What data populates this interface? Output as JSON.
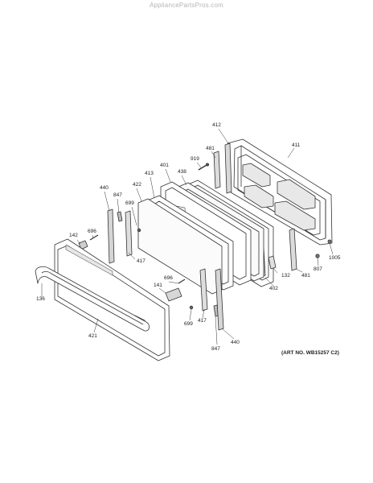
{
  "watermark": "AppliancePartsPros.com",
  "art_number": "(ART NO. WB15257 C2)",
  "labels": {
    "l412": "412",
    "l411": "411",
    "l481a": "481",
    "l919": "919",
    "l401": "401",
    "l438": "438",
    "l413": "413",
    "l422": "422",
    "l440a": "440",
    "l847a": "847",
    "l699a": "699",
    "l142": "142",
    "l696a": "696",
    "l417a": "417",
    "l136": "136",
    "l421": "421",
    "l141": "141",
    "l696b": "696",
    "l699b": "699",
    "l417b": "417",
    "l847b": "847",
    "l440b": "440",
    "l402": "402",
    "l132": "132",
    "l481b": "481",
    "l807": "807",
    "l1005": "1005"
  }
}
